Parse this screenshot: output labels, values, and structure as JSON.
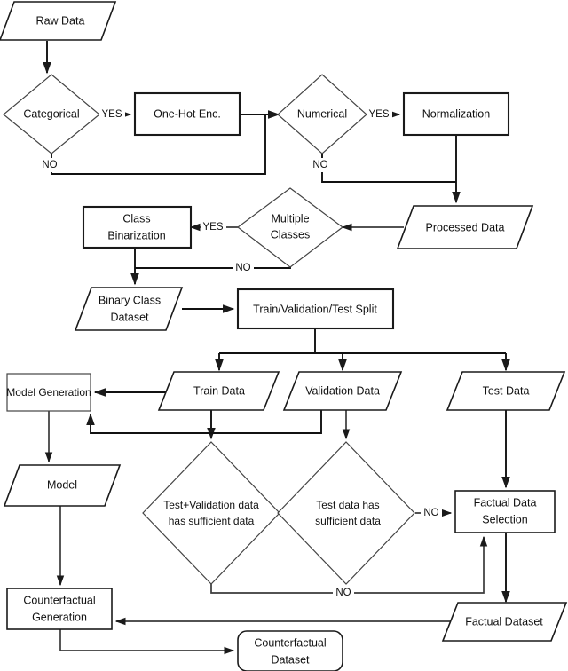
{
  "diagram": {
    "title": "Counterfactual data pipeline flowchart",
    "background_color": "#ffffff",
    "stroke_color": "#1a1a1a",
    "text_color": "#111111",
    "nodes": [
      {
        "id": "raw_data",
        "label": "Raw Data",
        "shape": "parallelogram"
      },
      {
        "id": "categorical",
        "label": "Categorical",
        "shape": "diamond"
      },
      {
        "id": "one_hot",
        "label": "One-Hot Enc.",
        "shape": "rectangle"
      },
      {
        "id": "numerical",
        "label": "Numerical",
        "shape": "diamond"
      },
      {
        "id": "normalization",
        "label": "Normalization",
        "shape": "rectangle"
      },
      {
        "id": "processed_data",
        "label": "Processed Data",
        "shape": "parallelogram"
      },
      {
        "id": "multiple_classes",
        "label_line1": "Multiple",
        "label_line2": "Classes",
        "shape": "diamond"
      },
      {
        "id": "class_binarization",
        "label_line1": "Class",
        "label_line2": "Binarization",
        "shape": "rectangle"
      },
      {
        "id": "binary_class_dataset",
        "label_line1": "Binary Class",
        "label_line2": "Dataset",
        "shape": "parallelogram"
      },
      {
        "id": "split",
        "label": "Train/Validation/Test Split",
        "shape": "rectangle"
      },
      {
        "id": "model_generation",
        "label": "Model Generation",
        "shape": "rectangle"
      },
      {
        "id": "train_data",
        "label": "Train Data",
        "shape": "parallelogram"
      },
      {
        "id": "validation_data",
        "label": "Validation Data",
        "shape": "parallelogram"
      },
      {
        "id": "test_data",
        "label": "Test Data",
        "shape": "parallelogram"
      },
      {
        "id": "model",
        "label": "Model",
        "shape": "parallelogram"
      },
      {
        "id": "test_val_sufficient",
        "label_line1": "Test+Validation data",
        "label_line2": "has sufficient data",
        "shape": "diamond"
      },
      {
        "id": "test_sufficient",
        "label_line1": "Test data has",
        "label_line2": "sufficient data",
        "shape": "diamond"
      },
      {
        "id": "factual_selection",
        "label_line1": "Factual Data",
        "label_line2": "Selection",
        "shape": "rectangle"
      },
      {
        "id": "counterfactual_generation",
        "label_line1": "Counterfactual",
        "label_line2": "Generation",
        "shape": "rectangle"
      },
      {
        "id": "factual_dataset",
        "label": "Factual Dataset",
        "shape": "parallelogram"
      },
      {
        "id": "counterfactual_dataset",
        "label_line1": "Counterfactual",
        "label_line2": "Dataset",
        "shape": "rounded-rectangle"
      }
    ],
    "edge_labels": {
      "categorical_yes": "YES",
      "categorical_no": "NO",
      "numerical_yes": "YES",
      "numerical_no": "NO",
      "multiple_classes_yes": "YES",
      "multiple_classes_no": "NO",
      "test_sufficient_no": "NO",
      "test_val_sufficient_no": "NO"
    }
  }
}
